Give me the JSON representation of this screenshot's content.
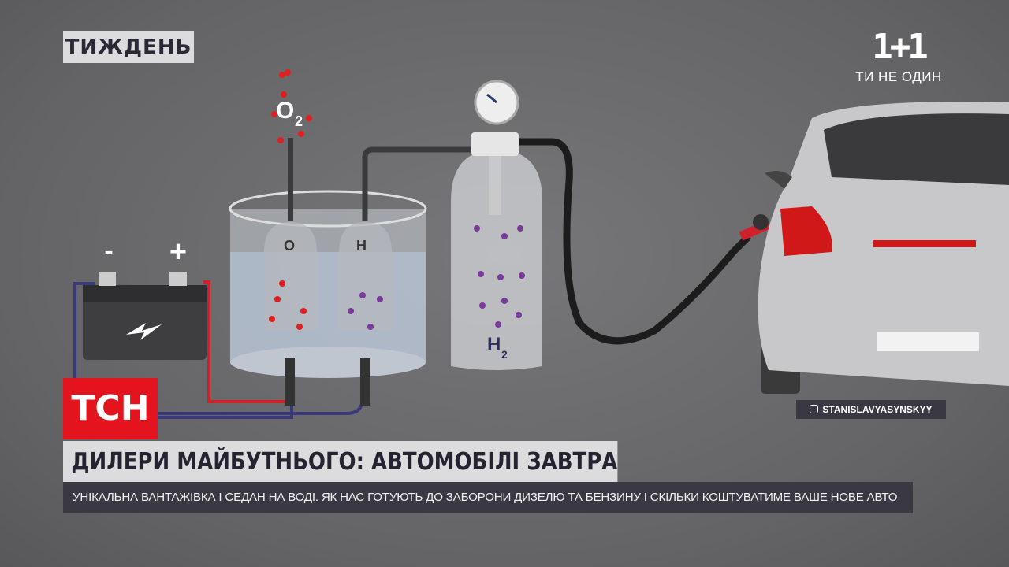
{
  "show": {
    "label": "ТИЖДЕНЬ"
  },
  "channel_logo": {
    "mark": "1+1",
    "slogan": "ТИ НЕ ОДИН"
  },
  "news_logo": {
    "label": "ТСН"
  },
  "headline": {
    "title": "ДИЛЕРИ МАЙБУТНЬОГО: АВТОМОБІЛІ ЗАВТРА"
  },
  "subtitle": {
    "text": "УНІКАЛЬНА ВАНТАЖІВКА І СЕДАН НА ВОДІ. ЯК НАС ГОТУЮТЬ ДО ЗАБОРОНИ ДИЗЕЛЮ ТА БЕНЗИНУ І СКІЛЬКИ КОШТУВАТИМЕ ВАШЕ НОВЕ АВТО"
  },
  "credit": {
    "icon": "instagram-icon",
    "handle": "STANISLAVYASYNSKYY"
  },
  "diagram": {
    "battery_minus": "-",
    "battery_plus": "+",
    "o2_label": "O",
    "o2_sub": "2",
    "h2_label": "H",
    "h2_sub": "2",
    "colors": {
      "oxygen": "#e02020",
      "hydrogen": "#7a3a9a",
      "wire_neg": "#3a3a7a",
      "wire_pos": "#d0202a"
    }
  }
}
